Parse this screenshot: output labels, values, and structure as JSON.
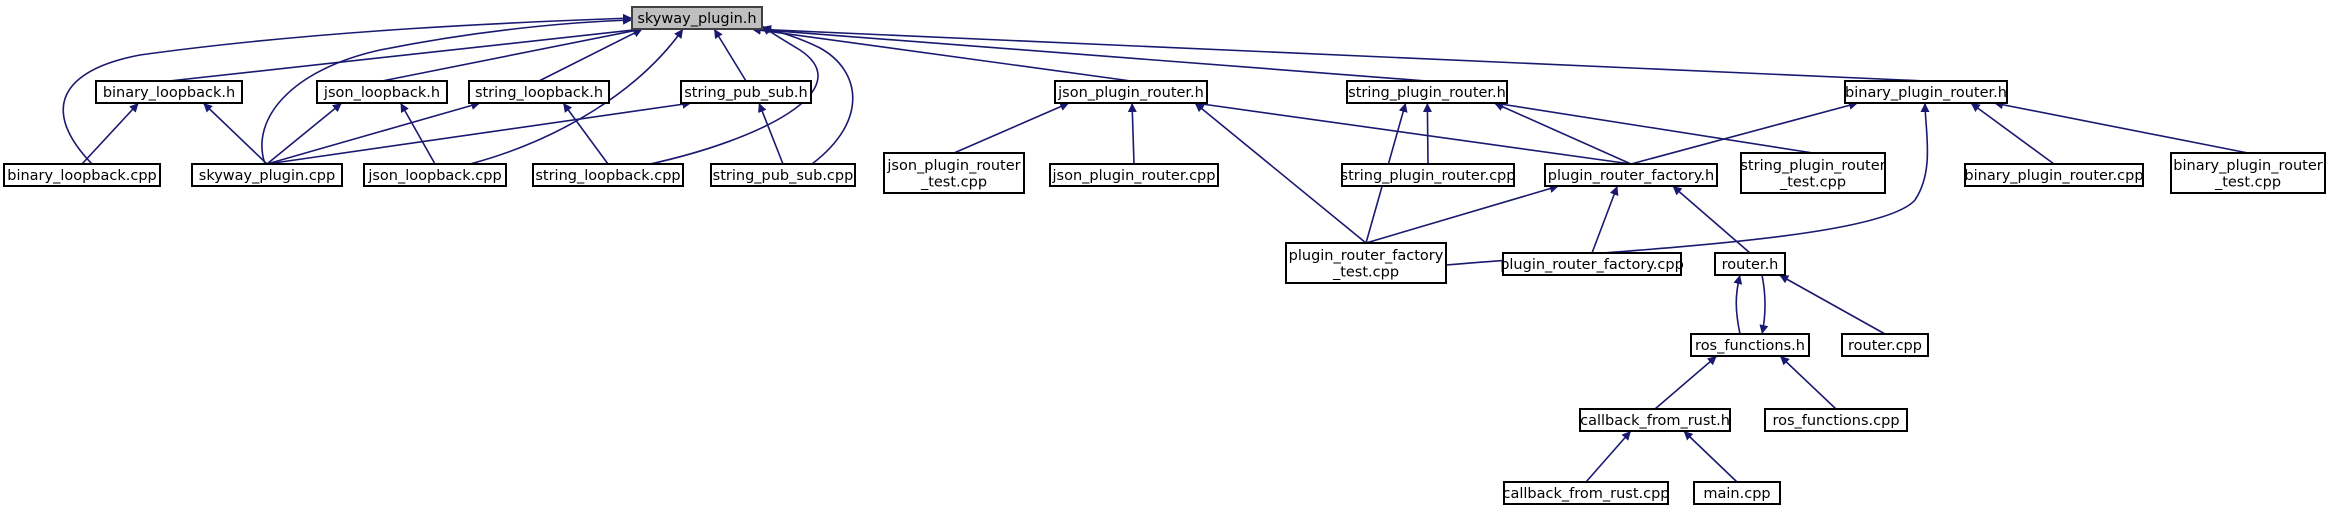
{
  "diagram": {
    "type": "include-dependency-graph",
    "nodes": [
      {
        "id": "skyway_plugin_h",
        "lines": [
          "skyway_plugin.h"
        ],
        "root": true
      },
      {
        "id": "binary_loopback_h",
        "lines": [
          "binary_loopback.h"
        ]
      },
      {
        "id": "json_loopback_h",
        "lines": [
          "json_loopback.h"
        ]
      },
      {
        "id": "string_loopback_h",
        "lines": [
          "string_loopback.h"
        ]
      },
      {
        "id": "string_pub_sub_h",
        "lines": [
          "string_pub_sub.h"
        ]
      },
      {
        "id": "json_plugin_router_h",
        "lines": [
          "json_plugin_router.h"
        ]
      },
      {
        "id": "string_plugin_router_h",
        "lines": [
          "string_plugin_router.h"
        ]
      },
      {
        "id": "binary_plugin_router_h",
        "lines": [
          "binary_plugin_router.h"
        ]
      },
      {
        "id": "binary_loopback_cpp",
        "lines": [
          "binary_loopback.cpp"
        ]
      },
      {
        "id": "skyway_plugin_cpp",
        "lines": [
          "skyway_plugin.cpp"
        ]
      },
      {
        "id": "json_loopback_cpp",
        "lines": [
          "json_loopback.cpp"
        ]
      },
      {
        "id": "string_loopback_cpp",
        "lines": [
          "string_loopback.cpp"
        ]
      },
      {
        "id": "string_pub_sub_cpp",
        "lines": [
          "string_pub_sub.cpp"
        ]
      },
      {
        "id": "json_plugin_router_test_cpp",
        "lines": [
          "json_plugin_router",
          "_test.cpp"
        ]
      },
      {
        "id": "json_plugin_router_cpp",
        "lines": [
          "json_plugin_router.cpp"
        ]
      },
      {
        "id": "string_plugin_router_cpp",
        "lines": [
          "string_plugin_router.cpp"
        ]
      },
      {
        "id": "plugin_router_factory_h",
        "lines": [
          "plugin_router_factory.h"
        ]
      },
      {
        "id": "string_plugin_router_test_cpp",
        "lines": [
          "string_plugin_router",
          "_test.cpp"
        ]
      },
      {
        "id": "binary_plugin_router_cpp",
        "lines": [
          "binary_plugin_router.cpp"
        ]
      },
      {
        "id": "binary_plugin_router_test_cpp",
        "lines": [
          "binary_plugin_router",
          "_test.cpp"
        ]
      },
      {
        "id": "plugin_router_factory_test_cpp",
        "lines": [
          "plugin_router_factory",
          "_test.cpp"
        ]
      },
      {
        "id": "plugin_router_factory_cpp",
        "lines": [
          "plugin_router_factory.cpp"
        ]
      },
      {
        "id": "router_h",
        "lines": [
          "router.h"
        ]
      },
      {
        "id": "ros_functions_h",
        "lines": [
          "ros_functions.h"
        ]
      },
      {
        "id": "router_cpp",
        "lines": [
          "router.cpp"
        ]
      },
      {
        "id": "callback_from_rust_h",
        "lines": [
          "callback_from_rust.h"
        ]
      },
      {
        "id": "ros_functions_cpp",
        "lines": [
          "ros_functions.cpp"
        ]
      },
      {
        "id": "callback_from_rust_cpp",
        "lines": [
          "callback_from_rust.cpp"
        ]
      },
      {
        "id": "main_cpp",
        "lines": [
          "main.cpp"
        ]
      }
    ],
    "edges": [
      {
        "from": "binary_loopback_h",
        "to": "skyway_plugin_h"
      },
      {
        "from": "json_loopback_h",
        "to": "skyway_plugin_h"
      },
      {
        "from": "string_loopback_h",
        "to": "skyway_plugin_h"
      },
      {
        "from": "string_pub_sub_h",
        "to": "skyway_plugin_h"
      },
      {
        "from": "json_plugin_router_h",
        "to": "skyway_plugin_h"
      },
      {
        "from": "string_plugin_router_h",
        "to": "skyway_plugin_h"
      },
      {
        "from": "binary_plugin_router_h",
        "to": "skyway_plugin_h"
      },
      {
        "from": "binary_loopback_cpp",
        "to": "skyway_plugin_h"
      },
      {
        "from": "skyway_plugin_cpp",
        "to": "skyway_plugin_h"
      },
      {
        "from": "json_loopback_cpp",
        "to": "skyway_plugin_h"
      },
      {
        "from": "string_loopback_cpp",
        "to": "skyway_plugin_h"
      },
      {
        "from": "string_pub_sub_cpp",
        "to": "skyway_plugin_h"
      },
      {
        "from": "binary_loopback_cpp",
        "to": "binary_loopback_h"
      },
      {
        "from": "skyway_plugin_cpp",
        "to": "binary_loopback_h"
      },
      {
        "from": "skyway_plugin_cpp",
        "to": "json_loopback_h"
      },
      {
        "from": "json_loopback_cpp",
        "to": "json_loopback_h"
      },
      {
        "from": "skyway_plugin_cpp",
        "to": "string_loopback_h"
      },
      {
        "from": "string_loopback_cpp",
        "to": "string_loopback_h"
      },
      {
        "from": "skyway_plugin_cpp",
        "to": "string_pub_sub_h"
      },
      {
        "from": "string_pub_sub_cpp",
        "to": "string_pub_sub_h"
      },
      {
        "from": "json_plugin_router_test_cpp",
        "to": "json_plugin_router_h"
      },
      {
        "from": "json_plugin_router_cpp",
        "to": "json_plugin_router_h"
      },
      {
        "from": "plugin_router_factory_h",
        "to": "json_plugin_router_h"
      },
      {
        "from": "plugin_router_factory_test_cpp",
        "to": "json_plugin_router_h"
      },
      {
        "from": "string_plugin_router_cpp",
        "to": "string_plugin_router_h"
      },
      {
        "from": "plugin_router_factory_h",
        "to": "string_plugin_router_h"
      },
      {
        "from": "string_plugin_router_test_cpp",
        "to": "string_plugin_router_h"
      },
      {
        "from": "plugin_router_factory_test_cpp",
        "to": "string_plugin_router_h"
      },
      {
        "from": "plugin_router_factory_h",
        "to": "binary_plugin_router_h"
      },
      {
        "from": "binary_plugin_router_cpp",
        "to": "binary_plugin_router_h"
      },
      {
        "from": "binary_plugin_router_test_cpp",
        "to": "binary_plugin_router_h"
      },
      {
        "from": "plugin_router_factory_test_cpp",
        "to": "binary_plugin_router_h"
      },
      {
        "from": "plugin_router_factory_test_cpp",
        "to": "plugin_router_factory_h"
      },
      {
        "from": "plugin_router_factory_cpp",
        "to": "plugin_router_factory_h"
      },
      {
        "from": "router_h",
        "to": "plugin_router_factory_h"
      },
      {
        "from": "ros_functions_h",
        "to": "router_h"
      },
      {
        "from": "router_h",
        "to": "ros_functions_h"
      },
      {
        "from": "router_cpp",
        "to": "router_h"
      },
      {
        "from": "callback_from_rust_h",
        "to": "ros_functions_h"
      },
      {
        "from": "ros_functions_cpp",
        "to": "ros_functions_h"
      },
      {
        "from": "callback_from_rust_cpp",
        "to": "callback_from_rust_h"
      },
      {
        "from": "main_cpp",
        "to": "callback_from_rust_h"
      }
    ]
  },
  "colors": {
    "edge": "#191970",
    "node_border": "#000000",
    "node_fill": "#ffffff",
    "root_fill": "#bfbfbf",
    "root_border": "#404040"
  }
}
